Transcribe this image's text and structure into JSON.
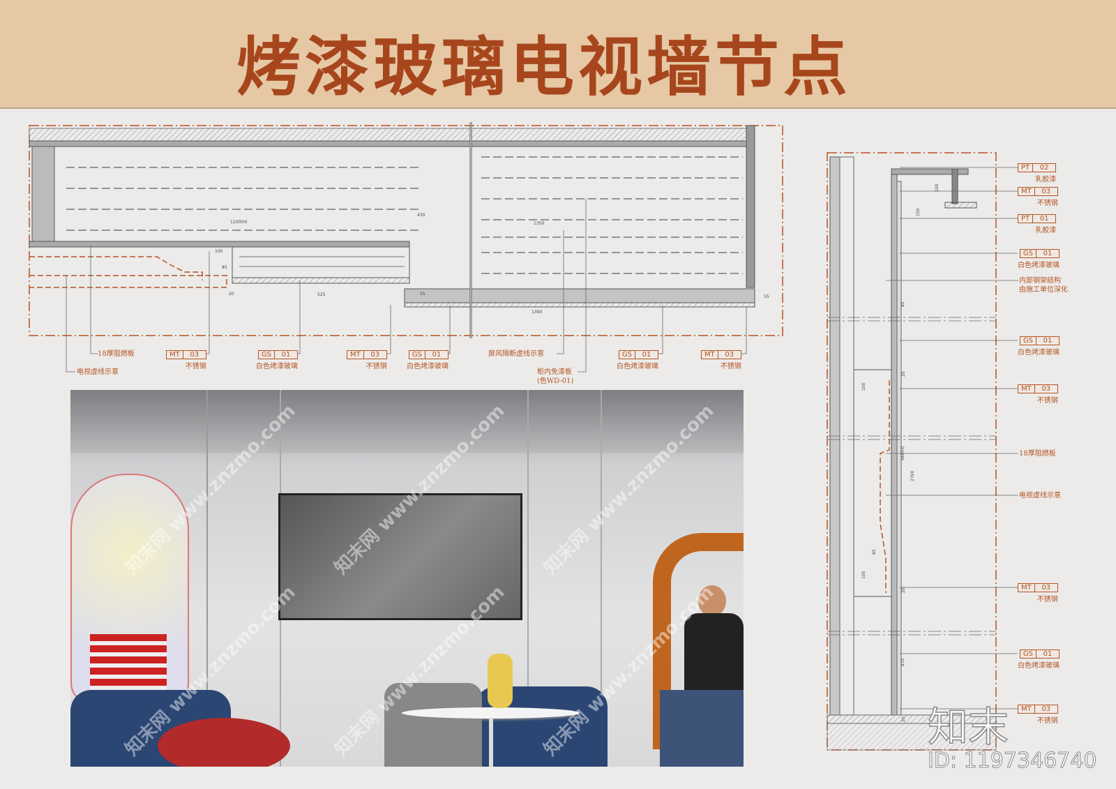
{
  "title": "烤漆玻璃电视墙节点",
  "colors": {
    "accent": "#b5521f",
    "title": "#a7461d",
    "band": "#e6c8a4",
    "line": "#555555"
  },
  "plan": {
    "notes": [
      {
        "text": "18厚阻燃板"
      },
      {
        "text": "电视虚线示意"
      },
      {
        "text": "屏风隔断虚线示意"
      },
      {
        "text": "柜内免漆板",
        "sub": "(色WD-01)"
      }
    ],
    "tags": [
      {
        "code": "MT",
        "num": "03",
        "caption": "不锈钢"
      },
      {
        "code": "GS",
        "num": "01",
        "caption": "白色烤漆玻璃"
      },
      {
        "code": "MT",
        "num": "03",
        "caption": "不锈钢"
      },
      {
        "code": "GS",
        "num": "01",
        "caption": "白色烤漆玻璃"
      },
      {
        "code": "GS",
        "num": "01",
        "caption": "白色烤漆玻璃"
      },
      {
        "code": "MT",
        "num": "03",
        "caption": "不锈钢"
      }
    ],
    "dimensions": [
      "1100(H)",
      "1350",
      "430",
      "100",
      "85",
      "20",
      "525",
      "55",
      "1390",
      "55"
    ]
  },
  "section": {
    "tags": [
      {
        "code": "PT",
        "num": "02",
        "caption": "乳胶漆"
      },
      {
        "code": "MT",
        "num": "03",
        "caption": "不锈钢"
      },
      {
        "code": "PT",
        "num": "01",
        "caption": "乳胶漆"
      },
      {
        "code": "GS",
        "num": "01",
        "caption": "白色烤漆玻璃"
      },
      {
        "code": "GS",
        "num": "01",
        "caption": "白色烤漆玻璃"
      },
      {
        "code": "MT",
        "num": "03",
        "caption": "不锈钢"
      },
      {
        "code": "MT",
        "num": "03",
        "caption": "不锈钢"
      },
      {
        "code": "GS",
        "num": "01",
        "caption": "白色烤漆玻璃"
      },
      {
        "code": "MT",
        "num": "03",
        "caption": "不锈钢"
      }
    ],
    "notes": [
      {
        "line1": "内部钢架结构",
        "line2": "由施工单位深化"
      },
      {
        "line1": "18厚阻燃板"
      },
      {
        "line1": "电视虚线示意"
      }
    ],
    "dimensions": [
      "100",
      "150",
      "85",
      "20",
      "100",
      "960(H)",
      "2700",
      "85",
      "100",
      "20",
      "870",
      "20"
    ]
  },
  "watermark": {
    "text": "www.znzmo.com",
    "cn": "知末网",
    "brand": "知末",
    "id": "ID: 1197346740"
  }
}
